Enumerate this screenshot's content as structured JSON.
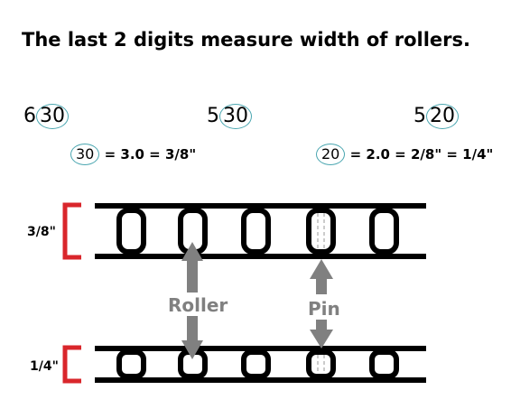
{
  "title": "The last 2 digits measure width of rollers.",
  "codes": [
    {
      "prefix": "6",
      "digits": "30"
    },
    {
      "prefix": "5",
      "digits": "30"
    },
    {
      "prefix": "5",
      "digits": "20"
    }
  ],
  "equations": [
    {
      "circled": "30",
      "text": "= 3.0 = 3/8\""
    },
    {
      "circled": "20",
      "text": "= 2.0 = 2/8\" = 1/4\""
    }
  ],
  "dimension_labels": {
    "top": "3/8\"",
    "bottom": "1/4\""
  },
  "arrow_labels": {
    "roller": "Roller",
    "pin": "Pin"
  },
  "colors": {
    "chain": "#000000",
    "bracket": "#d9262b",
    "arrow": "#808080",
    "circle": "#4aa6b0"
  }
}
